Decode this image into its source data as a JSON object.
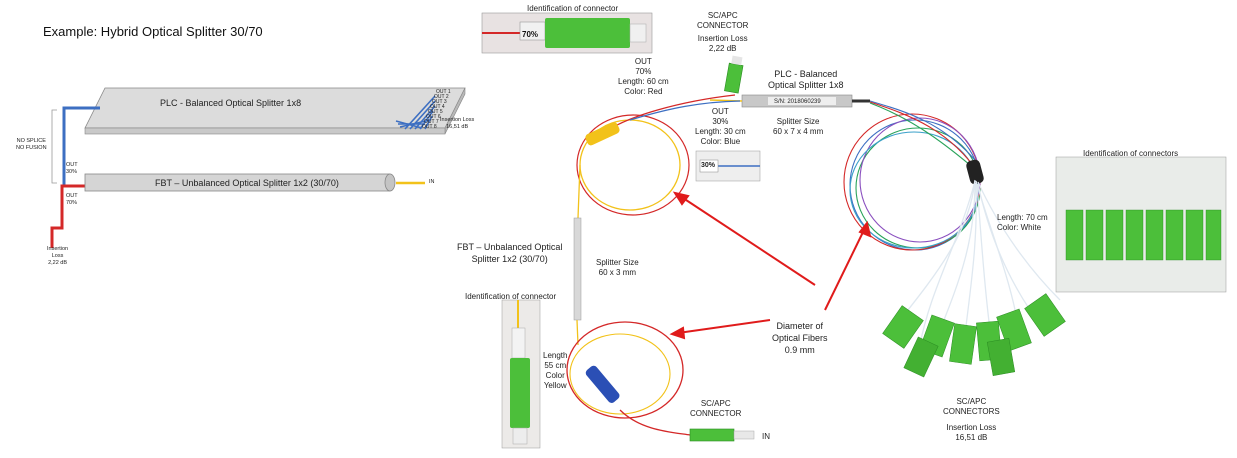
{
  "title": "Example: Hybrid Optical Splitter 30/70",
  "schematic": {
    "plc_label": "PLC - Balanced Optical Splitter 1x8",
    "fbt_label": "FBT – Unbalanced Optical Splitter 1x2 (30/70)",
    "outs": [
      "OUT 1",
      "OUT 2",
      "OUT 3",
      "OUT 4",
      "OUT 5",
      "OUT 6",
      "OUT 7",
      "OUT 8"
    ],
    "plc_loss_l1": "Insertion Loss",
    "plc_loss_l2": "16,51 dB",
    "no_splice": "NO SPLICE",
    "no_fusion": "NO FUSION",
    "out30_l1": "OUT",
    "out30_l2": "30%",
    "out70_l1": "OUT",
    "out70_l2": "70%",
    "in_label": "IN",
    "fbt_loss_l1": "Insertion",
    "fbt_loss_l2": "Loss",
    "fbt_loss_l3": "2,22 dB"
  },
  "photo": {
    "ident_connector_top": "Identification of connector",
    "top_tag": "70%",
    "scapc_top_l1": "SC/APC",
    "scapc_top_l2": "CONNECTOR",
    "scapc_top_l3": "Insertion Loss",
    "scapc_top_l4": "2,22 dB",
    "out70_l1": "OUT",
    "out70_l2": "70%",
    "out70_l3": "Length: 60 cm",
    "out70_l4": "Color: Red",
    "plc_l1": "PLC - Balanced",
    "plc_l2": "Optical Splitter 1x8",
    "plc_serial": "S/N: 2018060239",
    "plc_size_l1": "Splitter Size",
    "plc_size_l2": "60 x 7 x 4 mm",
    "out30_l1": "OUT",
    "out30_l2": "30%",
    "out30_l3": "Length: 30 cm",
    "out30_l4": "Color: Blue",
    "blue_tag": "30%",
    "fbt_l1": "FBT – Unbalanced Optical",
    "fbt_l2": "Splitter 1x2 (30/70)",
    "fbt_size_l1": "Splitter Size",
    "fbt_size_l2": "60 x 3 mm",
    "ident_connector_left": "Identification of connector",
    "length_l1": "Length",
    "length_l2": "55 cm",
    "length_l3": "Color",
    "length_l4": "Yellow",
    "diameter_l1": "Diameter of",
    "diameter_l2": "Optical Fibers",
    "diameter_l3": "0.9 mm",
    "scapc_bottom_l1": "SC/APC",
    "scapc_bottom_l2": "CONNECTOR",
    "in_label": "IN",
    "ident_connectors": "Identification of connectors",
    "length70_l1": "Length: 70 cm",
    "length70_l2": "Color: White",
    "scapc_conns_l1": "SC/APC",
    "scapc_conns_l2": "CONNECTORS",
    "scapc_conns_l3": "Insertion Loss",
    "scapc_conns_l4": "16,51 dB"
  },
  "colors": {
    "blue_fiber": "#3d6fc2",
    "red_fiber": "#d42828",
    "yellow_fiber": "#f2c21a",
    "connector_green": "#4cbf3a",
    "arrow_red": "#e01b1b"
  }
}
